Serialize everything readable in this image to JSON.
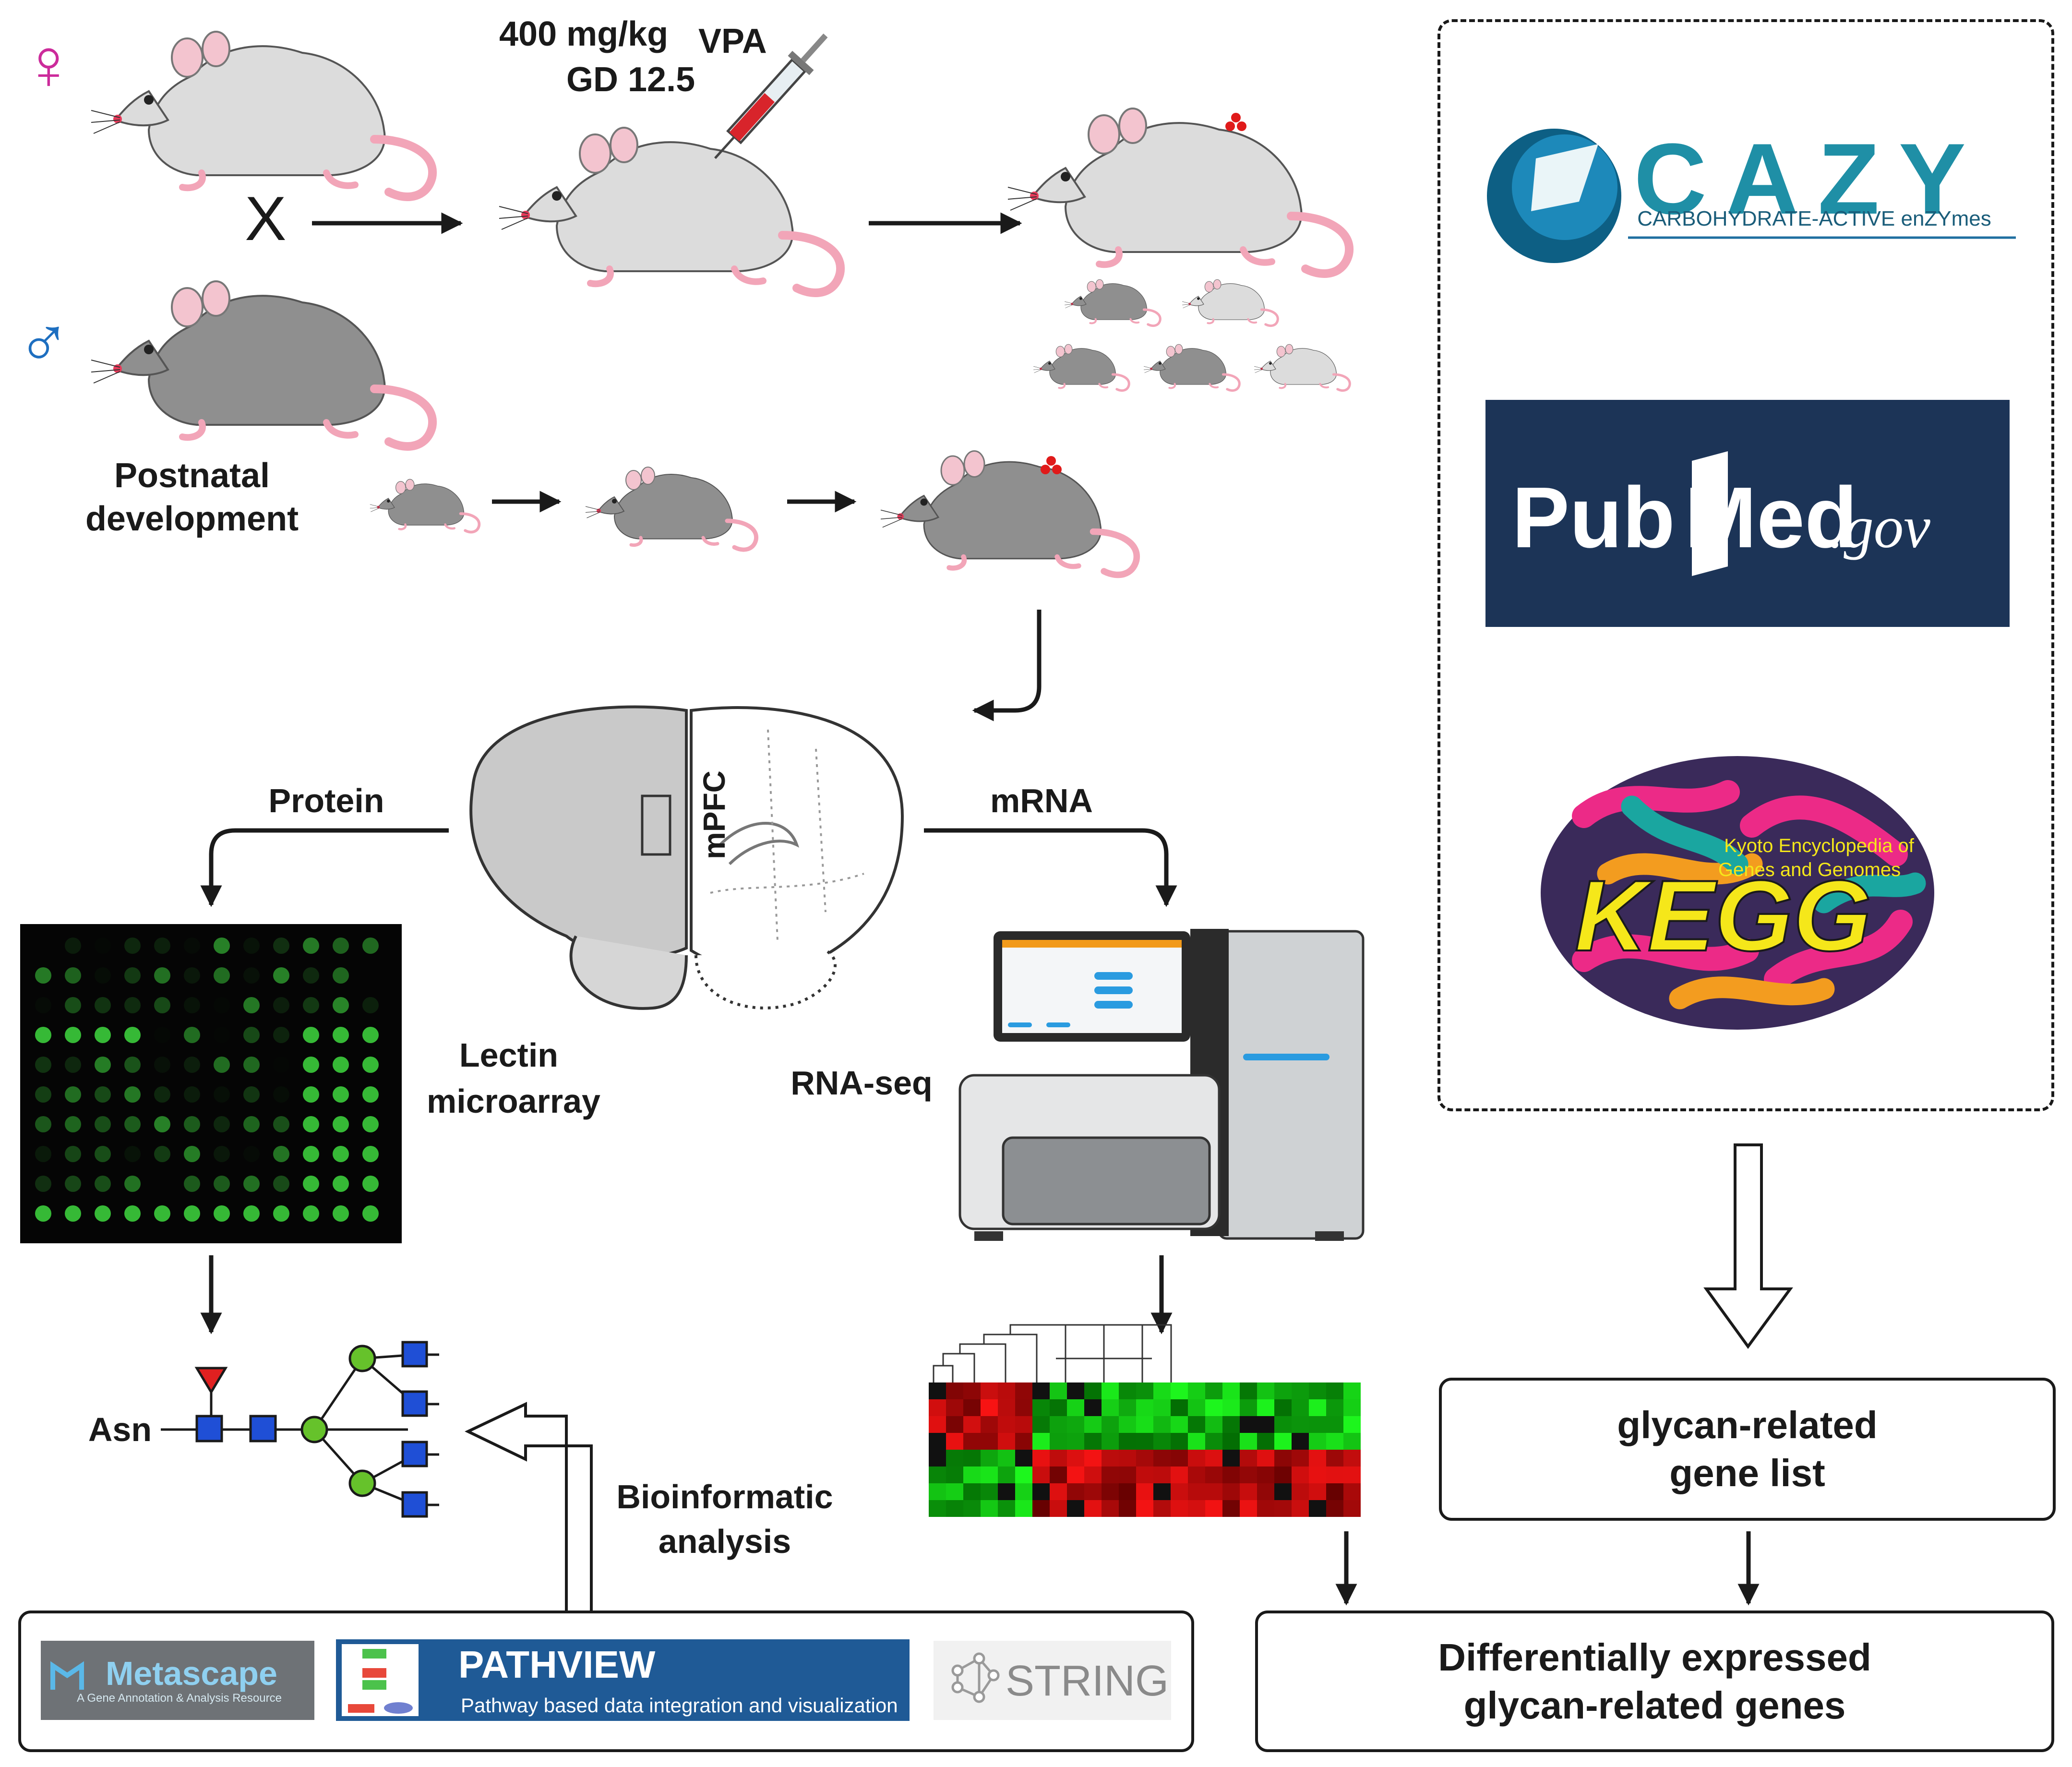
{
  "treatment": {
    "dose": "400 mg/kg",
    "drug": "VPA",
    "day": "GD 12.5"
  },
  "symbols": {
    "female": "♀",
    "male": "♂",
    "cross": "X"
  },
  "labels": {
    "postnatal_line1": "Postnatal",
    "postnatal_line2": "development",
    "region": "mPFC",
    "protein": "Protein",
    "mrna": "mRNA",
    "lectin_line1": "Lectin",
    "lectin_line2": "microarray",
    "rnaseq": "RNA-seq",
    "asn": "Asn",
    "bioinf_line1": "Bioinformatic",
    "bioinf_line2": "analysis"
  },
  "databases": {
    "cazy": {
      "name": "CAZY",
      "tagline": "CARBOHYDRATE-ACTIVE enZYmes"
    },
    "pubmed": {
      "pub": "Pub",
      "med": "Med",
      "gov": ".gov"
    },
    "kegg": {
      "name": "KEGG",
      "tagline_line1": "Kyoto Encyclopedia of",
      "tagline_line2": "Genes and Genomes"
    }
  },
  "tools": {
    "metascape": {
      "name": "Metascape",
      "tagline": "A Gene Annotation & Analysis Resource"
    },
    "pathview": {
      "name": "PATHVIEW",
      "tagline": "Pathway based data integration and visualization"
    },
    "string": {
      "name": "STRING"
    }
  },
  "outputs": {
    "gene_list_line1": "glycan-related",
    "gene_list_line2": "gene list",
    "deg_line1": "Differentially expressed",
    "deg_line2": "glycan-related genes"
  },
  "colors": {
    "female": "#cc2b9b",
    "male": "#1e6fc0",
    "glycan_green": "#66c22b",
    "glycan_blue": "#1f4fd6",
    "fucose_red": "#e02020",
    "pubmed_bg": "#1c3457",
    "pathview_bg": "#1f5a96"
  }
}
